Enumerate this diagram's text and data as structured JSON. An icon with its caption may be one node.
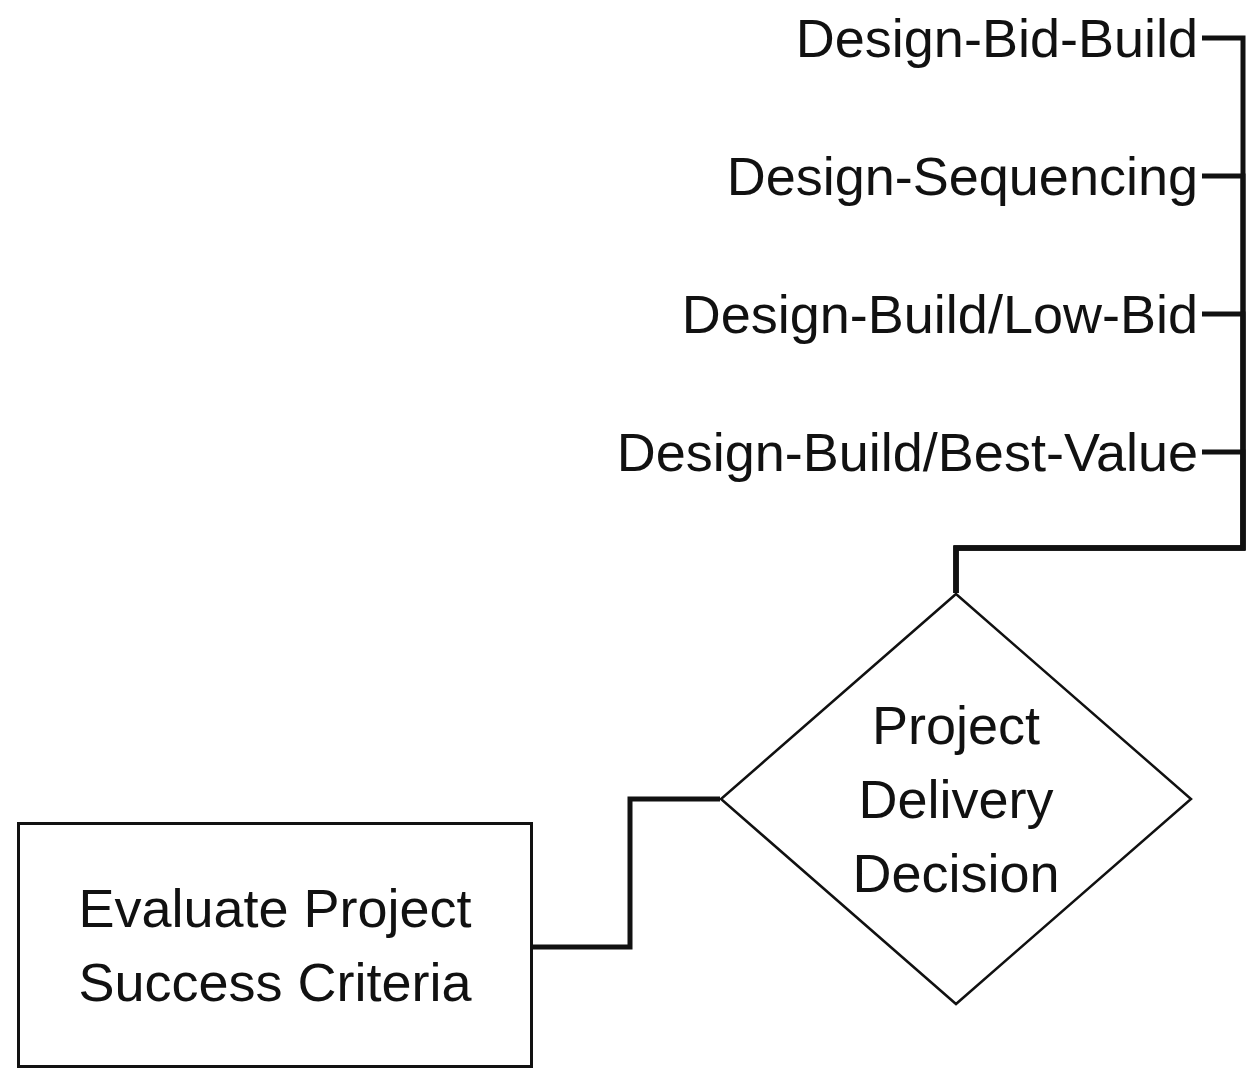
{
  "diagram": {
    "nodes": [
      {
        "text": [
          "Design-Bid-Build"
        ]
      },
      {
        "text": [
          "Design-Sequencing"
        ]
      },
      {
        "text": [
          "Design-Build/Low-Bid"
        ]
      },
      {
        "text": [
          "Design-Build/Best-Value"
        ]
      },
      {
        "text": [
          "Project Delivery Decision"
        ]
      },
      {
        "text": [
          "Evaluate Project Success Criteria"
        ]
      }
    ],
    "edges": [
      {
        "from": 4,
        "to": 0,
        "arrow": "none"
      },
      {
        "from": 4,
        "to": 1,
        "arrow": "none"
      },
      {
        "from": 4,
        "to": 2,
        "arrow": "none"
      },
      {
        "from": 4,
        "to": 3,
        "arrow": "none"
      },
      {
        "from": 5,
        "to": 4,
        "arrow": "none"
      }
    ]
  }
}
